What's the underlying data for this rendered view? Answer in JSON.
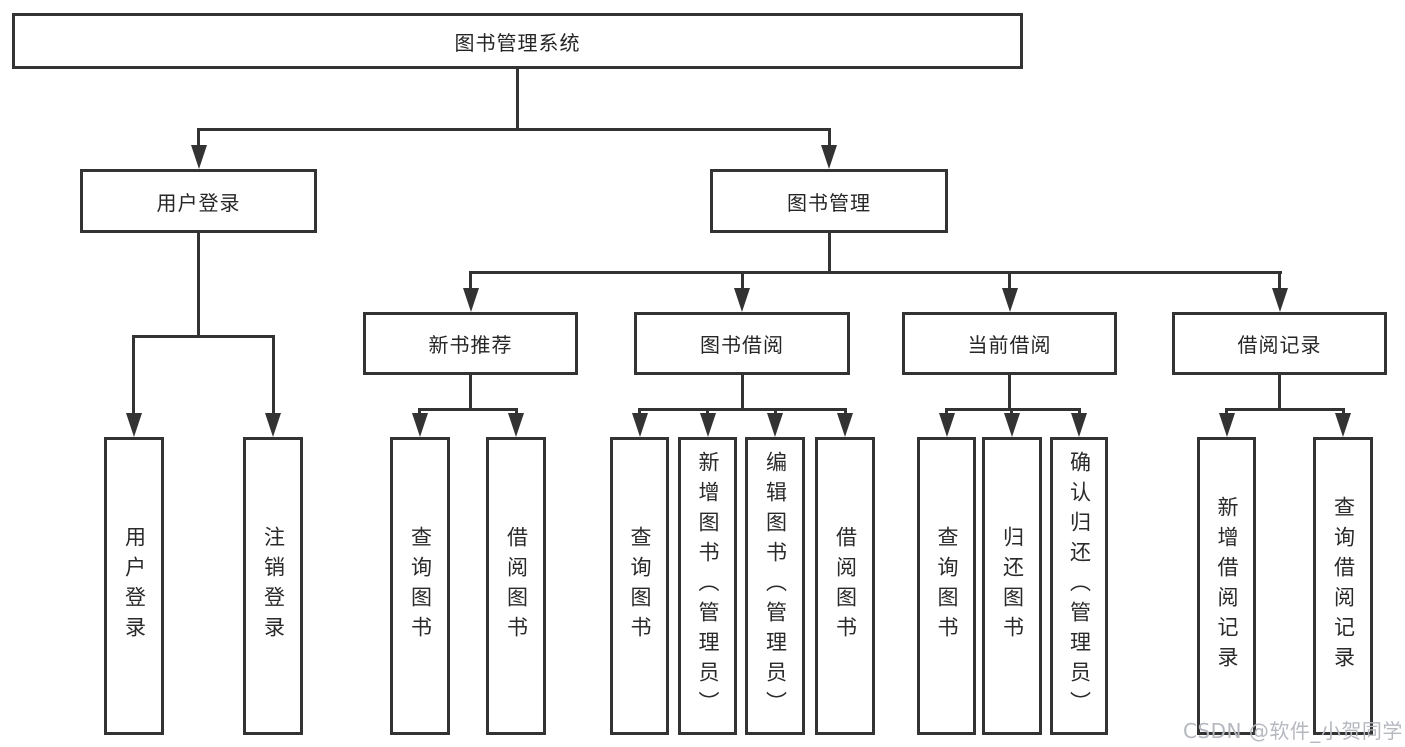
{
  "diagram": {
    "root": {
      "label": "图书管理系统"
    },
    "level2": [
      {
        "label": "用户登录"
      },
      {
        "label": "图书管理"
      }
    ],
    "level3": [
      {
        "label": "新书推荐"
      },
      {
        "label": "图书借阅"
      },
      {
        "label": "当前借阅"
      },
      {
        "label": "借阅记录"
      }
    ],
    "leaves": {
      "login": [
        "用户登录",
        "注销登录"
      ],
      "recommend": [
        "查询图书",
        "借阅图书"
      ],
      "borrow": [
        "查询图书",
        "新增图书（管理员）",
        "编辑图书（管理员）",
        "借阅图书"
      ],
      "current": [
        "查询图书",
        "归还图书",
        "确认归还（管理员）"
      ],
      "records": [
        "新增借阅记录",
        "查询借阅记录"
      ]
    }
  },
  "watermark": "CSDN @软件_小贺同学",
  "colors": {
    "line": "#333333",
    "text": "#262626",
    "box_fill": "#ffffff",
    "watermark": "#b5b8bf"
  }
}
